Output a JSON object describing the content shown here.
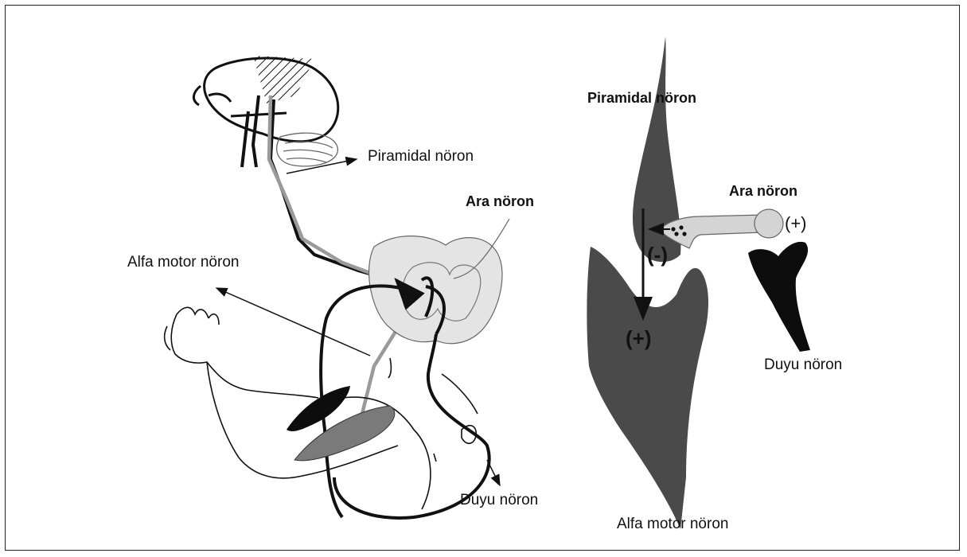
{
  "left_panel": {
    "label_pyramidal": "Piramidal nöron",
    "label_inter": "Ara nöron",
    "label_alpha": "Alfa motor nöron",
    "label_sensory": "Duyu nöron"
  },
  "right_panel": {
    "label_pyramidal": "Piramidal nöron",
    "label_inter": "Ara nöron",
    "label_alpha": "Alfa motor nöron",
    "label_sensory": "Duyu nöron",
    "sign_minus": "(-)",
    "sign_plus_main": "(+)",
    "sign_plus_sensory": "(+)"
  },
  "colors": {
    "neuron_dark": "#4a4a4a",
    "neuron_black": "#0d0d0d",
    "pathway_gray": "#9a9a9a",
    "spinal_cord_fill": "#e4e4e4"
  }
}
